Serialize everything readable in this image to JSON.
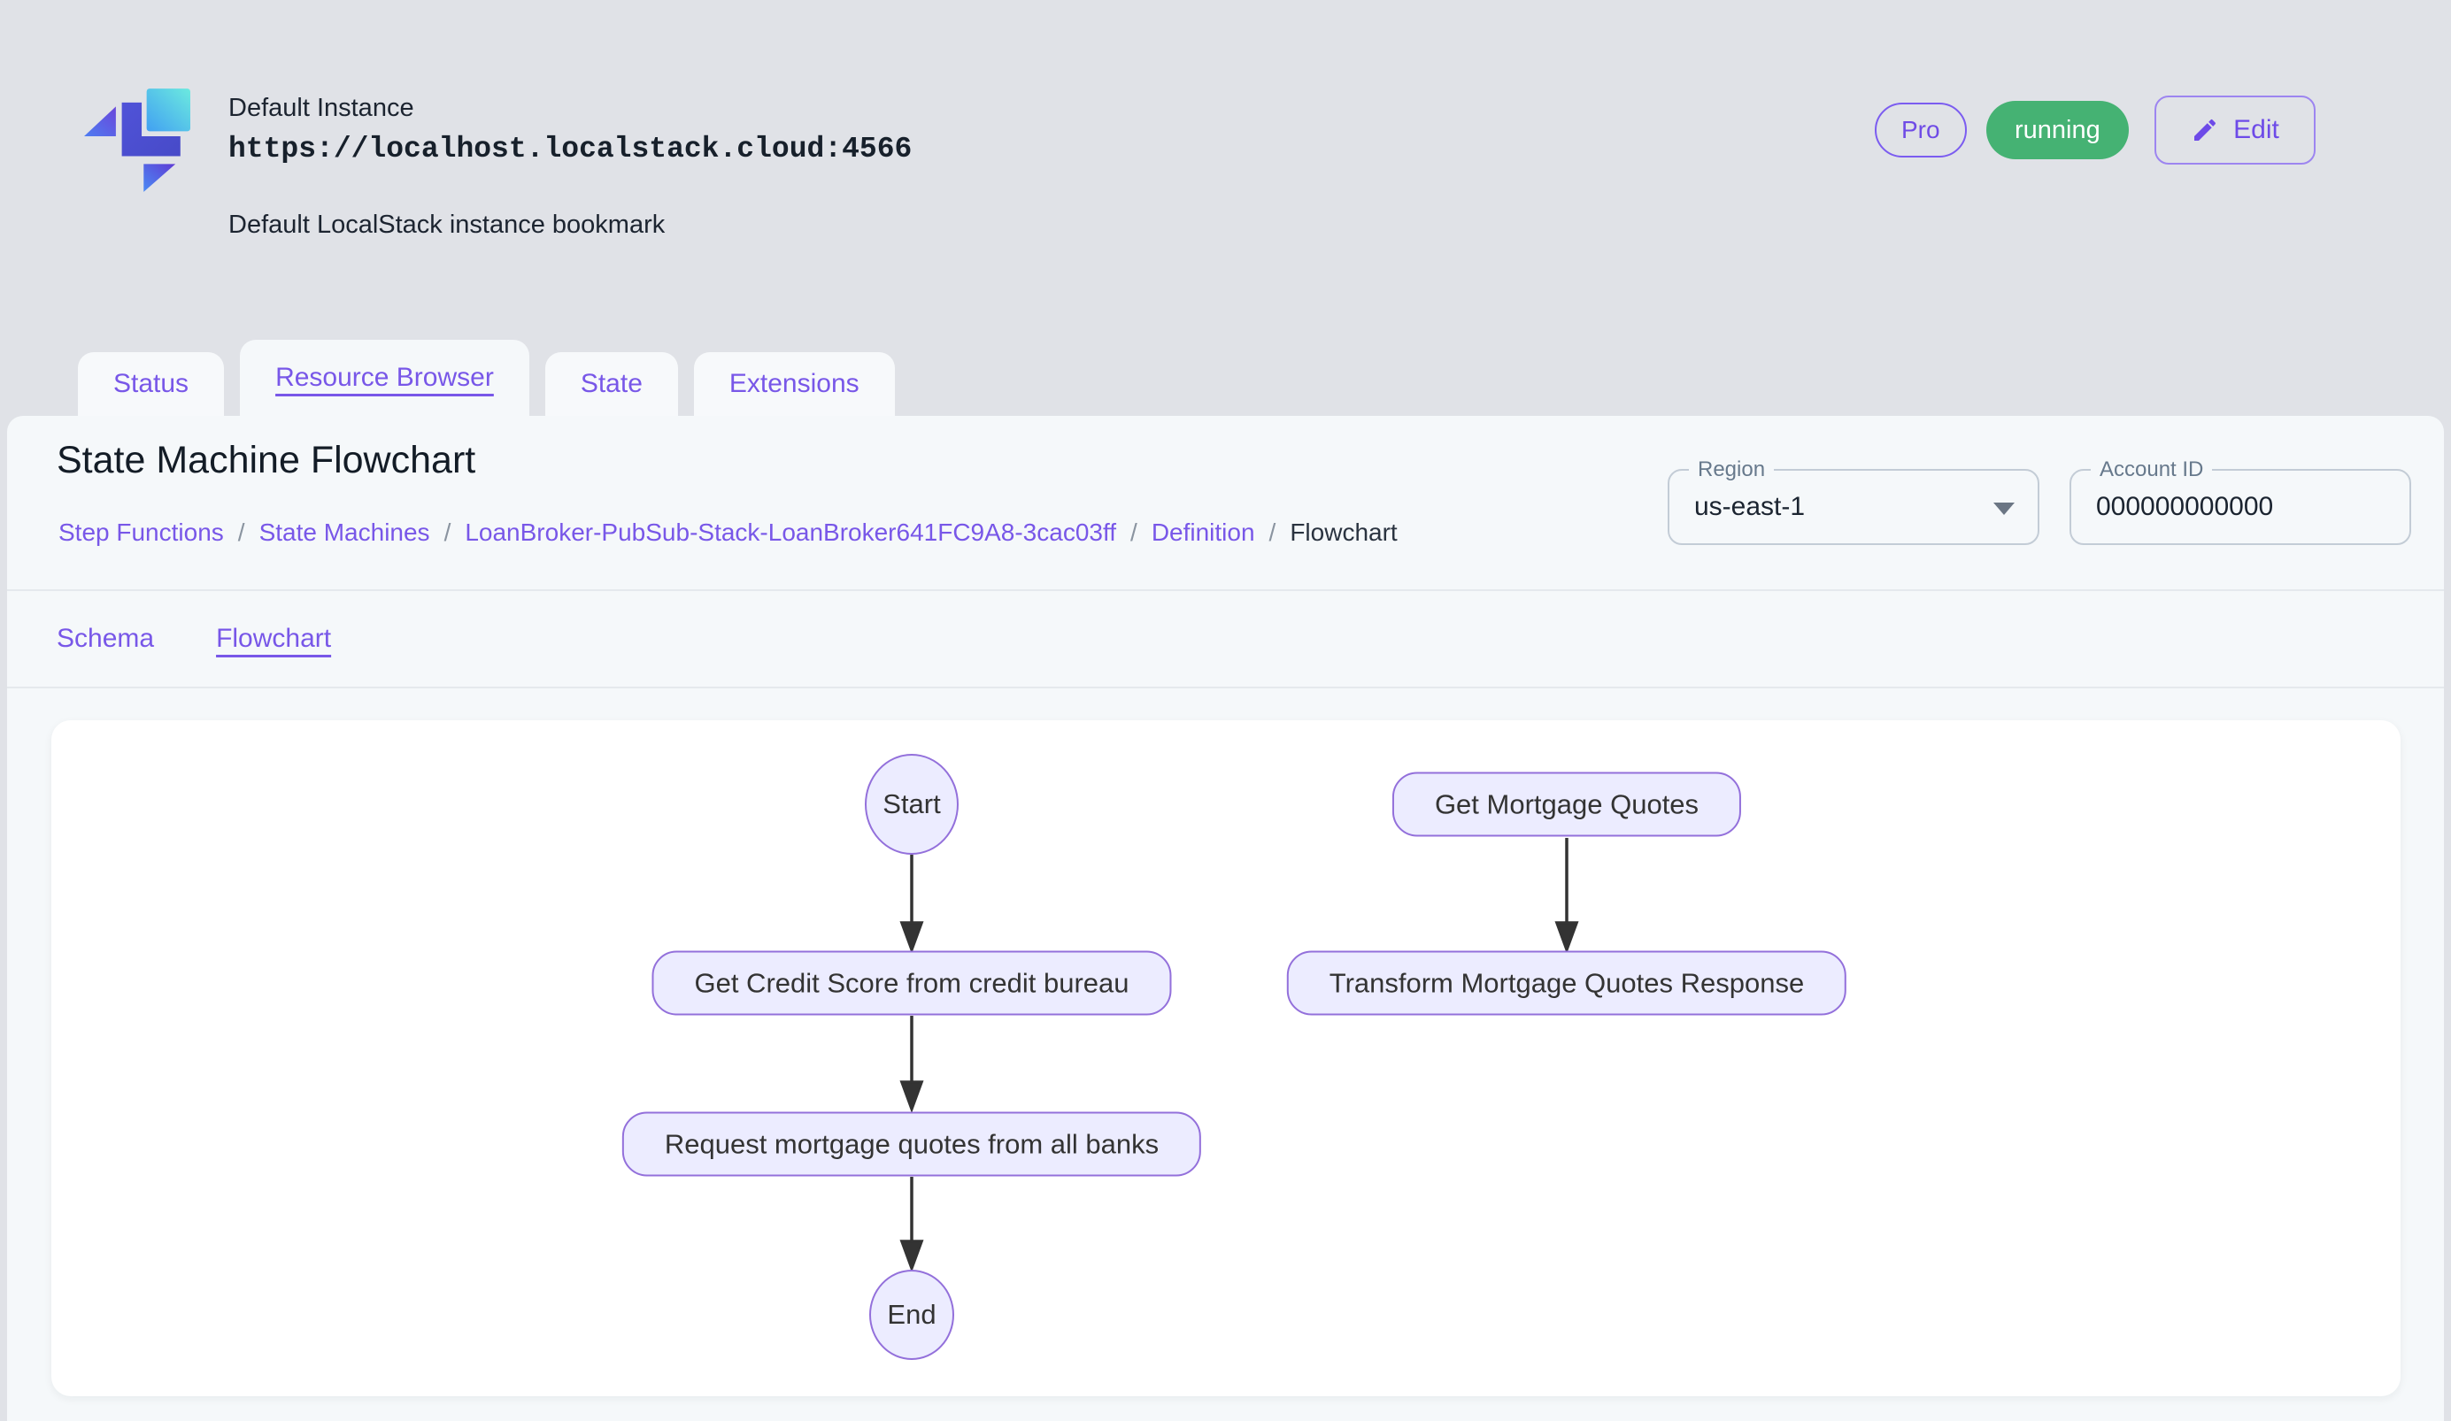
{
  "header": {
    "instance_name": "Default Instance",
    "instance_url": "https://localhost.localstack.cloud:4566",
    "instance_description": "Default LocalStack instance bookmark",
    "pro_label": "Pro",
    "status": "running",
    "edit_label": "Edit"
  },
  "tabs": {
    "items": [
      {
        "label": "Status",
        "active": false
      },
      {
        "label": "Resource Browser",
        "active": true
      },
      {
        "label": "State",
        "active": false
      },
      {
        "label": "Extensions",
        "active": false
      }
    ]
  },
  "page": {
    "title": "State Machine Flowchart",
    "breadcrumb": {
      "separator": "/",
      "items": [
        {
          "label": "Step Functions",
          "link": true
        },
        {
          "label": "State Machines",
          "link": true
        },
        {
          "label": "LoanBroker-PubSub-Stack-LoanBroker641FC9A8-3cac03ff",
          "link": true
        },
        {
          "label": "Definition",
          "link": true
        },
        {
          "label": "Flowchart",
          "link": false
        }
      ]
    },
    "subtabs": [
      {
        "label": "Schema",
        "active": false
      },
      {
        "label": "Flowchart",
        "active": true
      }
    ]
  },
  "controls": {
    "region": {
      "label": "Region",
      "value": "us-east-1"
    },
    "account": {
      "label": "Account ID",
      "value": "000000000000"
    }
  },
  "flowchart": {
    "nodes": [
      {
        "id": "start",
        "label": "Start",
        "shape": "ellipse"
      },
      {
        "id": "get_mortgage_quotes",
        "label": "Get Mortgage Quotes",
        "shape": "rounded"
      },
      {
        "id": "get_credit_score",
        "label": "Get Credit Score from credit bureau",
        "shape": "rounded"
      },
      {
        "id": "transform_mortgage_quotes",
        "label": "Transform Mortgage Quotes Response",
        "shape": "rounded"
      },
      {
        "id": "request_mortgage_quotes",
        "label": "Request mortgage quotes from all banks",
        "shape": "rounded"
      },
      {
        "id": "end",
        "label": "End",
        "shape": "ellipse"
      }
    ],
    "edges": [
      {
        "from": "start",
        "to": "get_credit_score"
      },
      {
        "from": "get_mortgage_quotes",
        "to": "transform_mortgage_quotes"
      },
      {
        "from": "get_credit_score",
        "to": "request_mortgage_quotes"
      },
      {
        "from": "request_mortgage_quotes",
        "to": "end"
      }
    ]
  },
  "theme": {
    "accent": "#7857E8",
    "success_green": "#45B273",
    "node_fill": "#ECECFF",
    "node_border": "#9370DB",
    "arrow_color": "#333333"
  }
}
